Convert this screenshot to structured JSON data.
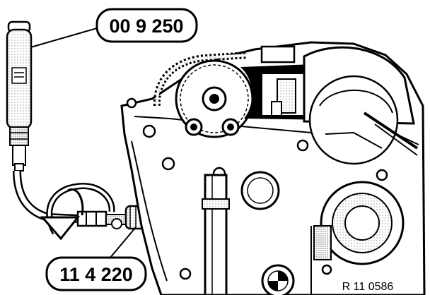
{
  "callouts": {
    "top_part_number": "00 9 250",
    "bottom_part_number": "11 4 220"
  },
  "figure_reference": "R 11 0586",
  "colors": {
    "ink": "#000000",
    "paper": "#ffffff",
    "shade": "#cfcfcf"
  },
  "icons": {
    "rotation_arrow": "counterclockwise-arrow-icon",
    "logo": "roundel-logo-icon"
  }
}
